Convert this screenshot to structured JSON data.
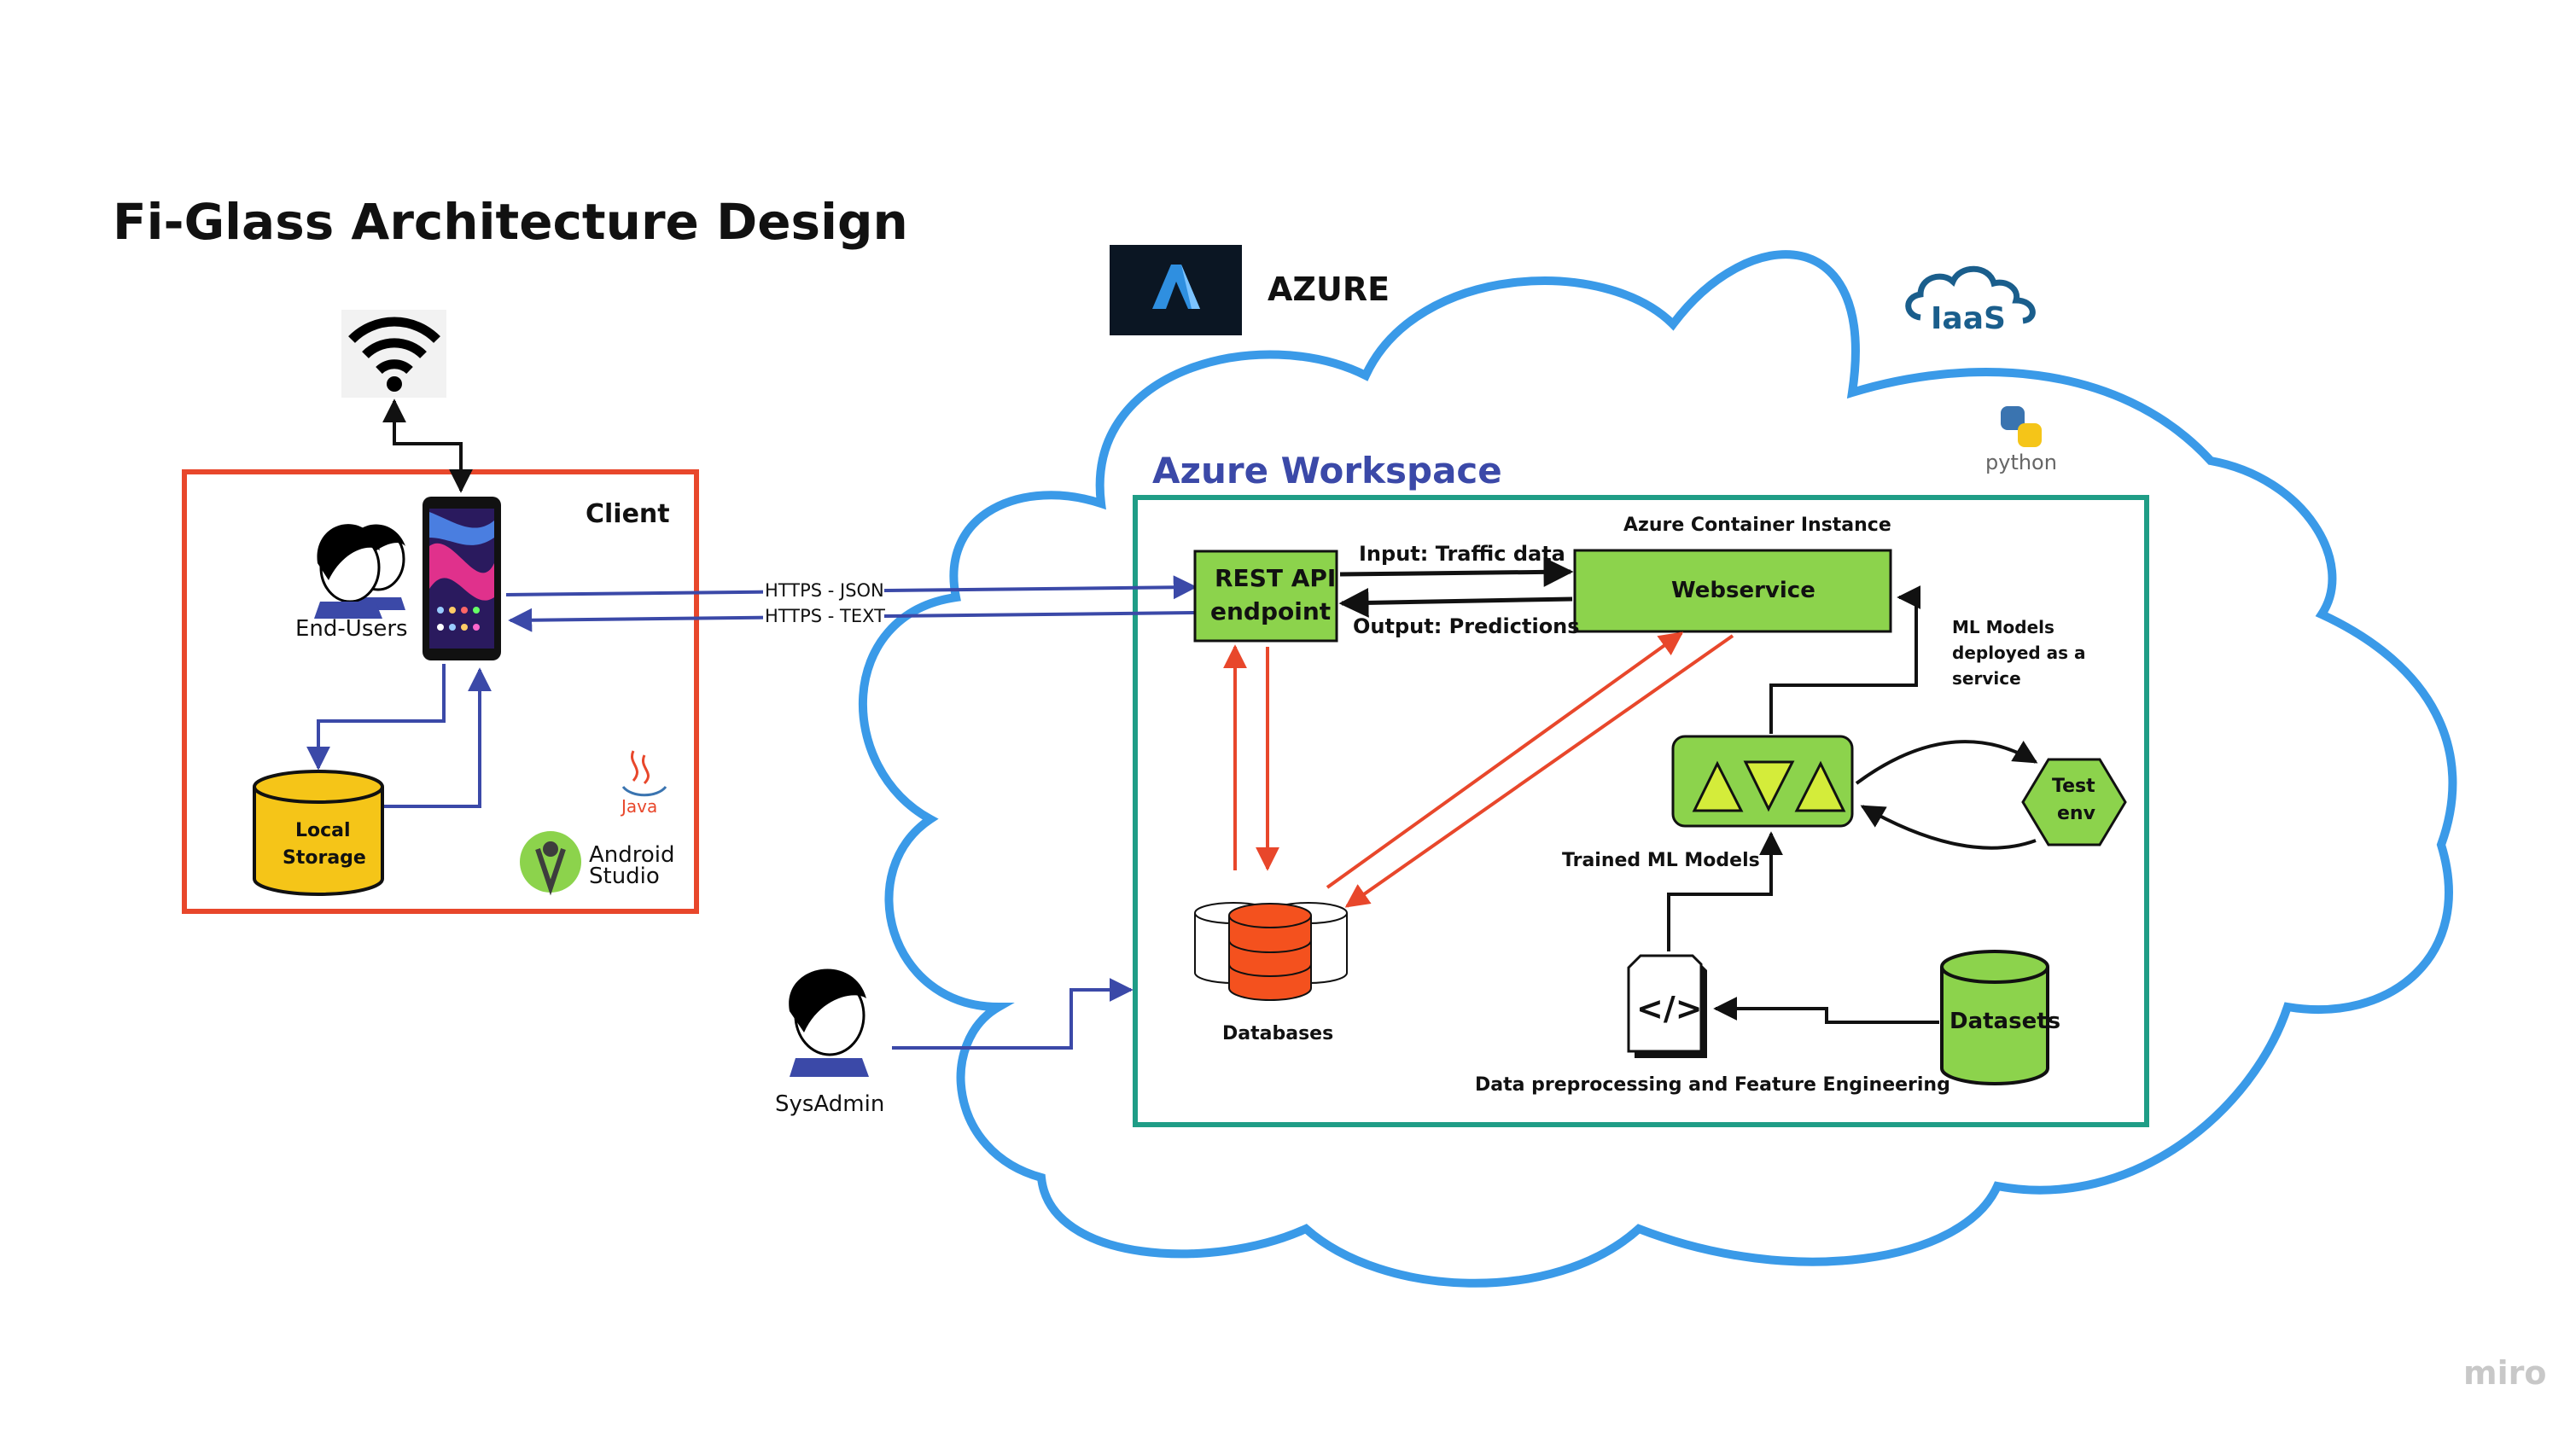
{
  "title": "Fi-Glass Architecture Design",
  "azure": {
    "logo_letter": "A",
    "label": "AZURE"
  },
  "iaas": {
    "label": "IaaS"
  },
  "python": {
    "label": "python"
  },
  "workspace": {
    "title": "Azure Workspace",
    "container_label": "Azure Container Instance"
  },
  "client": {
    "label": "Client",
    "end_users_label": "End-Users",
    "local_storage_line1": "Local",
    "local_storage_line2": "Storage",
    "java_label": "Java",
    "android_line1": "Android",
    "android_line2": "Studio"
  },
  "links": {
    "https_json": "HTTPS - JSON",
    "https_text": "HTTPS - TEXT"
  },
  "rest_api": {
    "line1": "REST API",
    "line2": "endpoint"
  },
  "webservice": {
    "label": "Webservice"
  },
  "arrows": {
    "input": "Input: Traffic data",
    "output": "Output: Predictions",
    "ml_deploy_line1": "ML Models",
    "ml_deploy_line2": "deployed as a",
    "ml_deploy_line3": "service",
    "trained": "Trained ML Models",
    "preprocessing": "Data preprocessing and Feature Engineering"
  },
  "test_env": {
    "line1": "Test",
    "line2": "env"
  },
  "databases": {
    "label": "Databases"
  },
  "datasets": {
    "label": "Datasets"
  },
  "code_icon": {
    "glyph": "</>"
  },
  "sysadmin": {
    "label": "SysAdmin"
  },
  "watermark": "miro",
  "colors": {
    "client_border": "#e8472b",
    "cloud": "#3a9ae8",
    "workspace_border": "#1f9d86",
    "workspace_title": "#3b49a8",
    "green_box": "#8cd34c",
    "orange_arrow": "#e8472b",
    "blue_arrow": "#3b49a8",
    "storage": "#f5c518",
    "db_orange": "#f4511e",
    "iaas": "#1a5e8c"
  }
}
